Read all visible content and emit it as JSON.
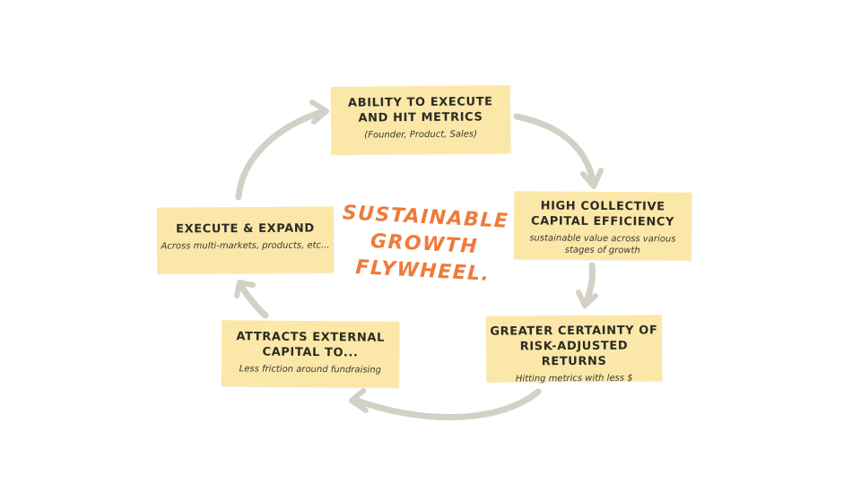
{
  "center_title": "SUSTAINABLE\nGROWTH\nFLYWHEEL.",
  "notes": [
    {
      "title": "ABILITY TO EXECUTE\nAND HIT METRICS",
      "sub": "(Founder, Product, Sales)"
    },
    {
      "title": "HIGH COLLECTIVE\nCAPITAL EFFICIENCY",
      "sub": "sustainable value across various\nstages of growth"
    },
    {
      "title": "GREATER CERTAINTY OF\nRISK-ADJUSTED RETURNS",
      "sub": "Hitting metrics with less $"
    },
    {
      "title": "ATTRACTS EXTERNAL\nCAPITAL TO...",
      "sub": "Less friction around fundraising"
    },
    {
      "title": "EXECUTE & EXPAND",
      "sub": "Across multi-markets, products, etc..."
    }
  ],
  "colors": {
    "sticky_note": "#fbe8a8",
    "title_accent": "#ef7a3a",
    "arrow": "#d3d1c6",
    "text": "#2d2a26"
  }
}
